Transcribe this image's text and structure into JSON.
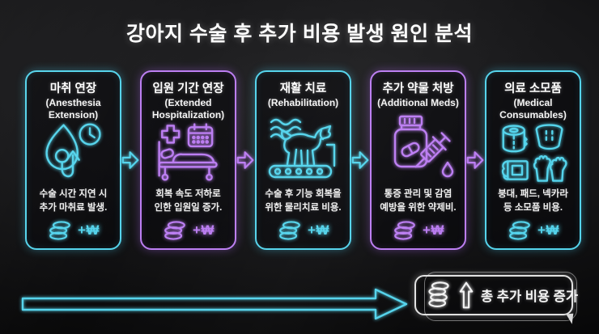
{
  "title": "강아지 수술 후 추가 비용 발생 원인 분석",
  "colors": {
    "neon_cyan": "#55d4ec",
    "neon_purple": "#bc7ef2",
    "text_white": "#f2f2f2",
    "summary_border": "#e2e2e2",
    "background": "#111113"
  },
  "cards": [
    {
      "color": "cyan",
      "icon": "anesthesia-mask-clock-icon",
      "title_ko": "마취 연장",
      "title_en": "(Anesthesia Extension)",
      "desc_line1": "수술 시간 지연 시",
      "desc_line2": "추가 마취료 발생.",
      "cost_label": "+₩"
    },
    {
      "color": "purple",
      "icon": "hospital-bed-calendar-icon",
      "title_ko": "입원 기간 연장",
      "title_en": "(Extended Hospitalization)",
      "desc_line1": "회복 속도 저하로",
      "desc_line2": "인한 입원일 증가.",
      "cost_label": "+₩"
    },
    {
      "color": "cyan",
      "icon": "dog-treadmill-icon",
      "title_ko": "재활 치료",
      "title_en": "(Rehabilitation)",
      "desc_line1": "수술 후 기능 회복을",
      "desc_line2": "위한 물리치료 비용.",
      "cost_label": "+₩"
    },
    {
      "color": "purple",
      "icon": "pill-bottle-syringe-icon",
      "title_ko": "추가 약물 처방",
      "title_en": "(Additional Meds)",
      "desc_line1": "통증 관리 및 감염",
      "desc_line2": "예방을 위한 약제비.",
      "cost_label": "+₩"
    },
    {
      "color": "cyan",
      "icon": "medical-supplies-icon",
      "title_ko": "의료 소모품",
      "title_en": "(Medical Consumables)",
      "desc_line1": "붕대, 패드, 넥카라",
      "desc_line2": "등 소모품 비용.",
      "cost_label": "+₩"
    }
  ],
  "flow_arrow_colors": [
    "cyan",
    "purple",
    "cyan",
    "purple"
  ],
  "summary": {
    "label": "총 추가 비용 증가",
    "icons": [
      "coins-stack-icon",
      "up-arrow-icon"
    ]
  }
}
